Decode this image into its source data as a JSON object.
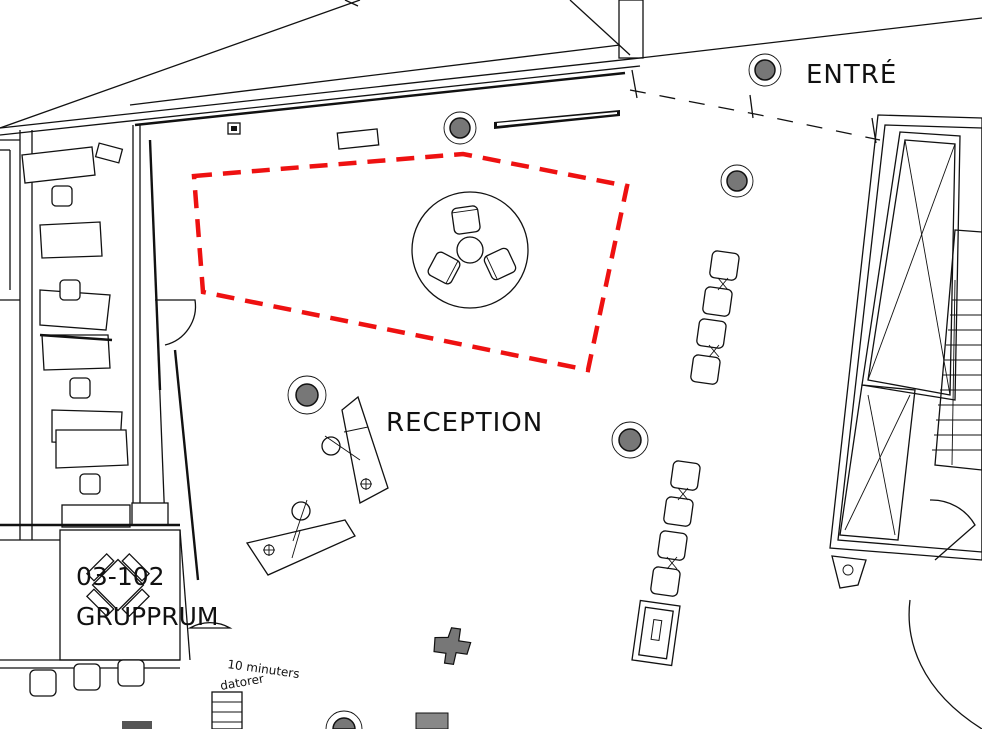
{
  "labels": {
    "entrance": "ENTRÉ",
    "reception": "RECEPTION",
    "room_number": "03-102",
    "room_name": "GRUPPRUM",
    "note_line1": "10 minuters",
    "note_line2": "datorer"
  },
  "colors": {
    "highlight": "#ee1111",
    "line": "#111111",
    "column_fill": "#777777",
    "background": "#ffffff"
  },
  "icons": {
    "column": "column-icon",
    "chair": "chair-icon",
    "round-table": "round-table-icon",
    "stair": "stair-icon",
    "door": "door-icon"
  }
}
